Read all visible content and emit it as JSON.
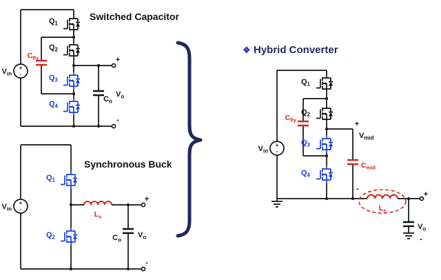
{
  "slide": {
    "left_top": {
      "title": "Switched Capacitor"
    },
    "left_bottom": {
      "title": "Synchronous Buck"
    },
    "right": {
      "bullet": "❖",
      "title": "Hybrid Converter"
    }
  },
  "labels": {
    "q1": {
      "base": "Q",
      "sub": "1"
    },
    "q2": {
      "base": "Q",
      "sub": "2"
    },
    "q3": {
      "base": "Q",
      "sub": "3"
    },
    "q4": {
      "base": "Q",
      "sub": "4"
    },
    "vin": {
      "base": "V",
      "sub": "in"
    },
    "vo": {
      "base": "V",
      "sub": "o"
    },
    "co": {
      "base": "C",
      "sub": "o"
    },
    "cfly": {
      "base": "C",
      "sub": "fly"
    },
    "ls": {
      "base": "L",
      "sub": "s"
    },
    "vmid": {
      "base": "V",
      "sub": "mid"
    },
    "cmid": {
      "base": "C",
      "sub": "mid"
    }
  },
  "signs": {
    "plus": "+",
    "minus": "-"
  },
  "colors": {
    "ink": "#111111",
    "blue": "#1a3fd6",
    "red": "#d6231e",
    "navy": "#20285c",
    "bullet": "#3d3db8"
  }
}
